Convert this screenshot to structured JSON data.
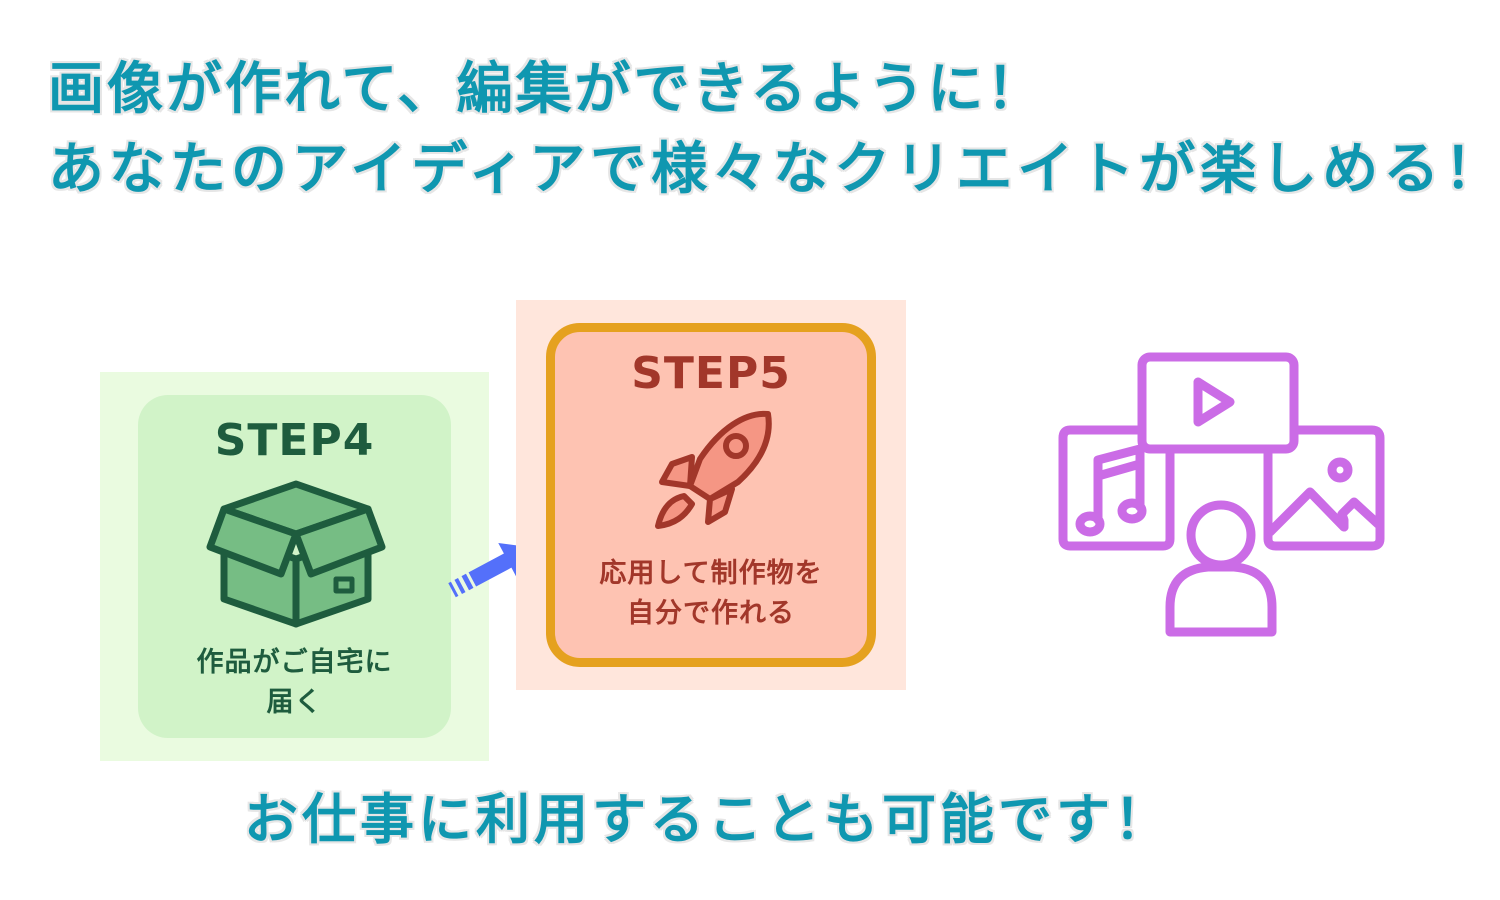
{
  "headline": {
    "line1": "画像が作れて、編集ができるように！",
    "line2": "あなたのアイディアで様々なクリエイトが楽しめる！"
  },
  "steps": [
    {
      "title": "STEP4",
      "icon": "box-icon",
      "desc_line1": "作品がご自宅に",
      "desc_line2": "届く",
      "colors": {
        "outer_bg": "#eafbe0",
        "card_bg": "#d1f3c8",
        "text": "#1e5c3e",
        "icon_fill": "#76bd84"
      }
    },
    {
      "title": "STEP5",
      "icon": "rocket-icon",
      "desc_line1": "応用して制作物を",
      "desc_line2": "自分で作れる",
      "colors": {
        "outer_bg": "#ffe6dc",
        "card_bg": "#fec3b2",
        "border": "#e5a11f",
        "text": "#a2372a",
        "icon_fill": "#f59684"
      }
    }
  ],
  "connector": {
    "icon": "arrow-right-up-icon",
    "color": "#5470fa"
  },
  "illustration": {
    "icon": "media-creator-icon",
    "color": "#cb6ce6",
    "parts": [
      "video-play-icon",
      "music-note-icon",
      "image-landscape-icon",
      "person-icon"
    ]
  },
  "footer": {
    "text": "お仕事に利用することも可能です！"
  },
  "theme": {
    "headline_color": "#0f97b0",
    "headline_outline": "#e6e6e6"
  }
}
